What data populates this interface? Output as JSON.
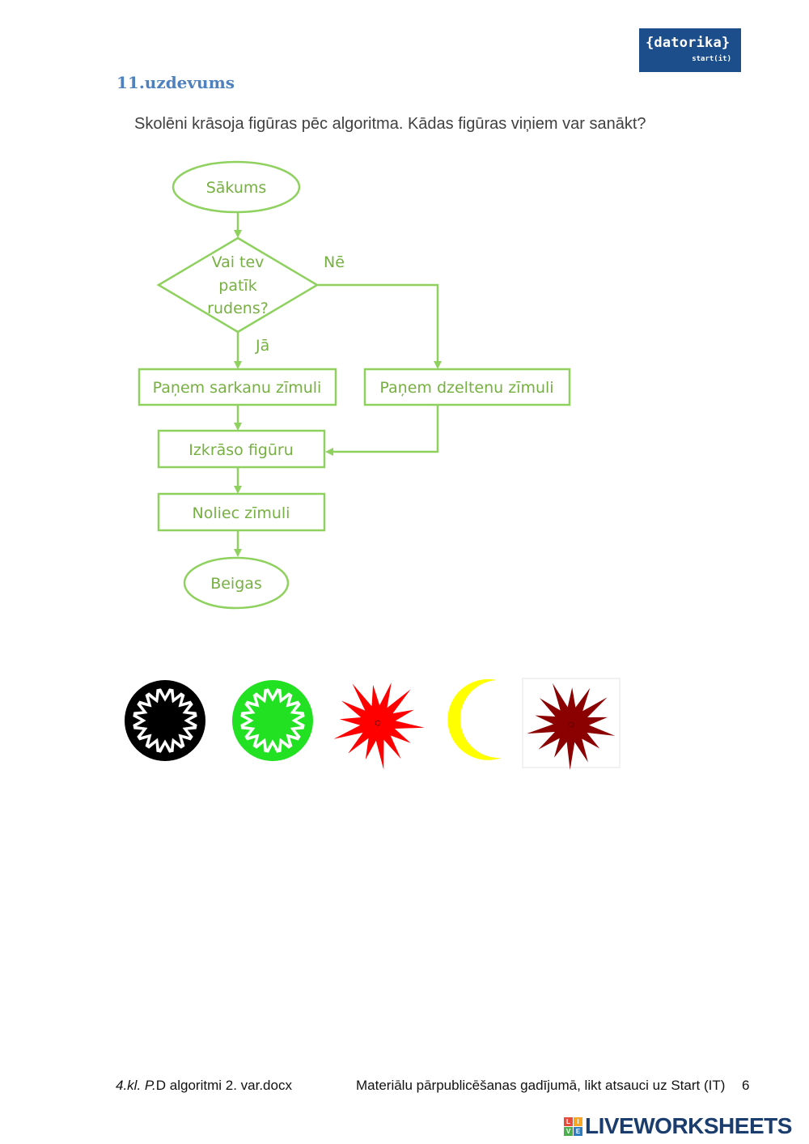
{
  "logo": {
    "line1": "{datorika}",
    "line2": "start(it)"
  },
  "title": "11.uzdevums",
  "question": "Skolēni krāsoja figūras pēc algoritma. Kādas figūras viņiem var sanākt?",
  "flowchart": {
    "start": "Sākums",
    "decision_line1": "Vai tev",
    "decision_line2": "patīk",
    "decision_line3": "rudens?",
    "no_label": "Nē",
    "yes_label": "Jā",
    "step_red": "Paņem sarkanu zīmuli",
    "step_yellow": "Paņem dzeltenu zīmuli",
    "step_color": "Izkrāso figūru",
    "step_put": "Noliec zīmuli",
    "end": "Beigas"
  },
  "figures": [
    {
      "icon": "mandala-icon",
      "color": "#000000"
    },
    {
      "icon": "mandala-icon",
      "color": "#22e122"
    },
    {
      "icon": "star-burst-icon",
      "color": "#ff0000"
    },
    {
      "icon": "crescent-moon-icon",
      "color": "#ffff00"
    },
    {
      "icon": "star-burst-icon",
      "color": "#8b0000"
    }
  ],
  "footer": {
    "doc_grade": "4.kl. P.",
    "doc_name": "D algoritmi 2. var.docx",
    "notice": "Materiālu pārpublicēšanas gadījumā, likt atsauci uz Start (IT)",
    "page_number": "6"
  },
  "brand": {
    "badge_letters": [
      "L",
      "I",
      "V",
      "E"
    ],
    "name": "LIVEWORKSHEETS"
  }
}
